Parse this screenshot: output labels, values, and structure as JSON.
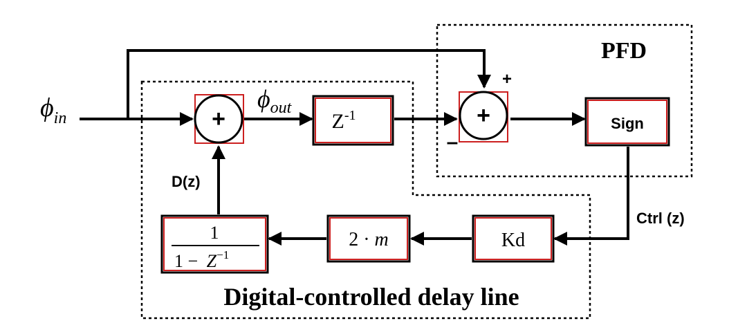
{
  "diagram": {
    "inputs": {
      "phi_in_symbol": "ϕ",
      "phi_in_sub": "in",
      "phi_out_symbol": "ϕ",
      "phi_out_sub": "out"
    },
    "regions": {
      "pfd_label": "PFD",
      "delay_line_label": "Digital-controlled delay line"
    },
    "blocks": {
      "adder1_symbol": "+",
      "adder2_symbol": "+",
      "delay_base": "Z",
      "delay_exp": "-1",
      "sign_label": "Sign",
      "kd_label": "Kd",
      "gain_label": "2 · ",
      "gain_var": "m",
      "integrator_num": "1",
      "integrator_den": "1 −",
      "integrator_den_var": "Z",
      "integrator_den_exp": "−1"
    },
    "signals": {
      "dz_label": "D(z)",
      "ctrl_label": "Ctrl (z)",
      "plus_sign": "+",
      "minus_sign": "–"
    },
    "colors": {
      "line": "#000000",
      "block_border_accent": "#cc1f1f",
      "background": "#ffffff"
    }
  }
}
